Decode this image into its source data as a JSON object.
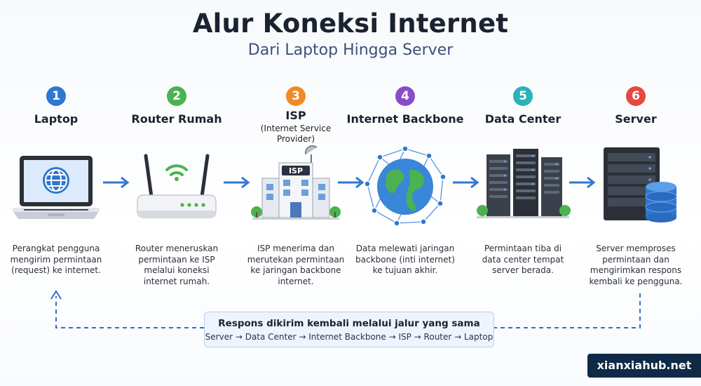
{
  "header": {
    "title": "Alur Koneksi Internet",
    "subtitle": "Dari Laptop Hingga Server"
  },
  "colors": {
    "step1": "#2f77d0",
    "step2": "#4bb24f",
    "step3": "#f08a24",
    "step4": "#8a4cc4",
    "step5": "#2ab3b8",
    "step6": "#e5493d",
    "arrow": "#2f77d0",
    "return_line": "#2f6fc8"
  },
  "steps": [
    {
      "number": "1",
      "label": "Laptop",
      "sublabel": "",
      "icon": "laptop-icon",
      "desc": "Perangkat pengguna\nmengirim permintaan\n(request) ke internet."
    },
    {
      "number": "2",
      "label": "Router Rumah",
      "sublabel": "",
      "icon": "router-icon",
      "desc": "Router meneruskan\npermintaan ke ISP\nmelalui koneksi\ninternet rumah."
    },
    {
      "number": "3",
      "label": "ISP",
      "sublabel": "(Internet Service\nProvider)",
      "icon": "isp-building-icon",
      "desc": "ISP menerima dan\nmerutekan permintaan\nke jaringan backbone\ninternet."
    },
    {
      "number": "4",
      "label": "Internet Backbone",
      "sublabel": "",
      "icon": "globe-network-icon",
      "desc": "Data melewati jaringan\nbackbone (inti internet)\nke tujuan akhir."
    },
    {
      "number": "5",
      "label": "Data Center",
      "sublabel": "",
      "icon": "data-center-icon",
      "desc": "Permintaan tiba di\ndata center tempat\nserver berada."
    },
    {
      "number": "6",
      "label": "Server",
      "sublabel": "",
      "icon": "server-icon",
      "desc": "Server memproses\npermintaan dan\nmengirimkan respons\nkembali ke pengguna."
    }
  ],
  "isp_sign": "ISP",
  "return_path": {
    "title": "Respons dikirim kembali melalui jalur yang sama",
    "path": "Server → Data Center → Internet Backbone → ISP → Router → Laptop"
  },
  "watermark": "xianxiahub.net"
}
